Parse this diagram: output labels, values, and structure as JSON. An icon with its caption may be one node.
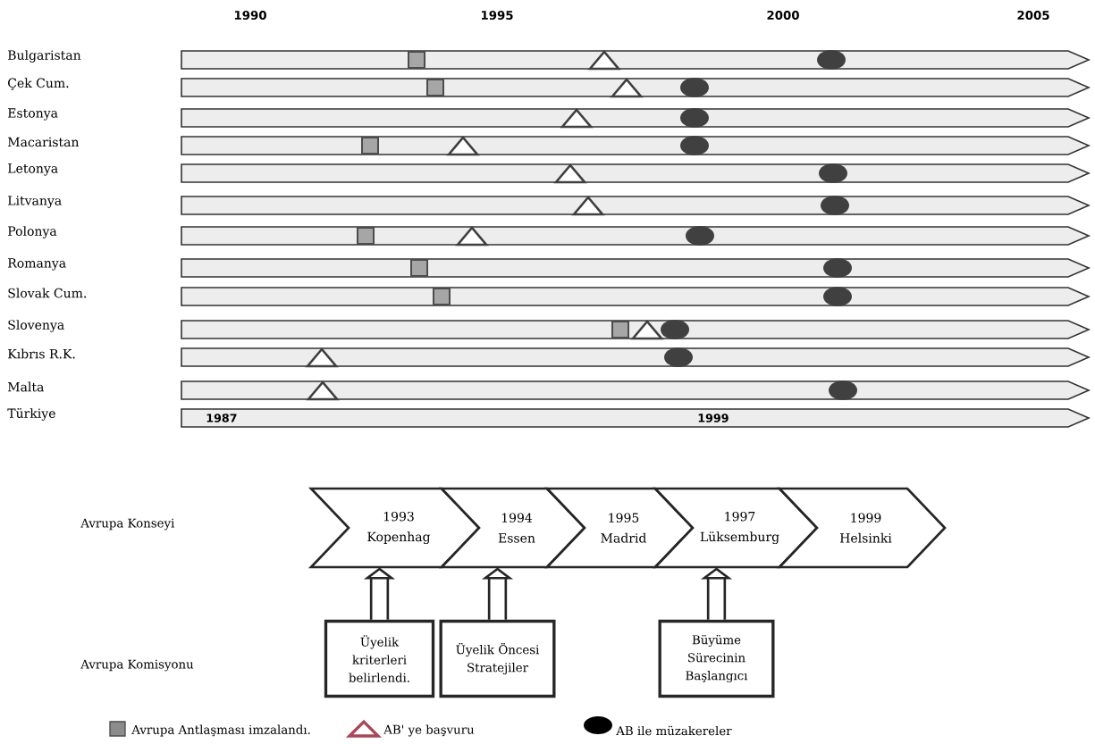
{
  "diagram": {
    "nodes": [
      {
        "text": [],
        "shape": "bar"
      },
      {
        "text": [],
        "shape": "bar"
      },
      {
        "text": [],
        "shape": "bar"
      },
      {
        "text": [],
        "shape": "bar"
      },
      {
        "text": [],
        "shape": "bar"
      },
      {
        "text": [],
        "shape": "bar"
      },
      {
        "text": [],
        "shape": "bar"
      },
      {
        "text": [],
        "shape": "bar"
      },
      {
        "text": [],
        "shape": "bar"
      },
      {
        "text": [],
        "shape": "bar"
      },
      {
        "text": [],
        "shape": "bar"
      },
      {
        "text": [],
        "shape": "bar"
      },
      {
        "text": [
          "1987",
          "1999"
        ]
      },
      {
        "text": [
          "1993",
          "Kopenhag"
        ]
      },
      {
        "text": [
          "1994",
          "Essen"
        ]
      },
      {
        "text": [
          "1995",
          "Madrid"
        ]
      },
      {
        "text": [
          "1997",
          "Lüksemburg"
        ]
      },
      {
        "text": [
          "1999",
          "Helsinki"
        ]
      },
      {
        "text": [
          "Üyelik kriterleri belirlendi."
        ]
      },
      {
        "text": [
          "Üyelik Öncesi Stratejiler"
        ]
      },
      {
        "text": [
          "Büyüme Sürecinin Başlangıcı"
        ]
      }
    ],
    "edges": [
      {
        "from": 18,
        "to": 13,
        "arrow": "to"
      },
      {
        "from": 19,
        "to": 14,
        "arrow": "to"
      },
      {
        "from": 20,
        "to": 16,
        "arrow": "to"
      }
    ],
    "labels": [
      "1990",
      "1995",
      "2000",
      "2005",
      "Bulgaristan",
      "Çek Cum.",
      "Estonya",
      "Macaristan",
      "Letonya",
      "Litvanya",
      "Polonya",
      "Romanya",
      "Slovak Cum.",
      "Slovenya",
      "Kıbrıs R.K.",
      "Malta",
      "Türkiye",
      "Avrupa Konseyi",
      "Avrupa Komisyonu"
    ],
    "legend": [
      {
        "text": "Avrupa Antlaşması imzalandı.",
        "color": "#8c8c8c"
      },
      {
        "text": "AB' ye başvuru"
      },
      {
        "text": "AB ile müzakereler"
      }
    ]
  }
}
